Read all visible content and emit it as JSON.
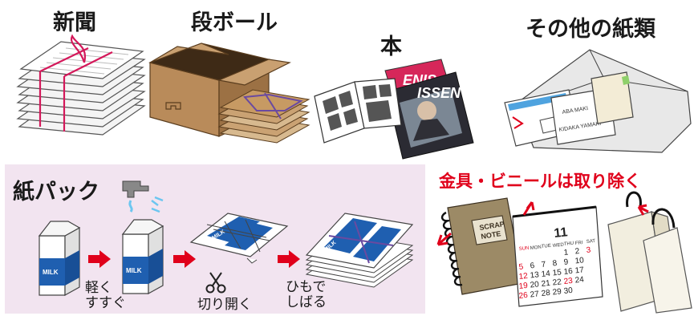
{
  "categories": {
    "newspaper": "新聞",
    "cardboard": "段ボール",
    "books": "本",
    "other_paper": "その他の紙類"
  },
  "book_cover_texts": [
    "ENIS",
    "ISSEN"
  ],
  "letter_texts": [
    "ABA MAKI",
    "KIDAKA YAMAKI"
  ],
  "paper_pack": {
    "title": "紙パック",
    "carton_text": "MILK",
    "steps": [
      {
        "line1": "軽く",
        "line2": "すすぐ"
      },
      {
        "line1": "切り開く",
        "line2": ""
      },
      {
        "line1": "ひもで",
        "line2": "しばる"
      }
    ]
  },
  "notice": "金具・ビニールは取り除く",
  "notebook_text": [
    "SCRAP",
    "NOTE"
  ],
  "calendar": {
    "month": "11",
    "weekdays": [
      "SUN",
      "MON",
      "TUE",
      "WED",
      "THU",
      "FRI",
      "SAT"
    ],
    "rows": [
      [
        "",
        "",
        "",
        "",
        "1",
        "2",
        "3"
      ],
      [
        "5",
        "6",
        "7",
        "8",
        "9",
        "10",
        ""
      ],
      [
        "12",
        "13",
        "14",
        "15",
        "16",
        "17",
        ""
      ],
      [
        "19",
        "20",
        "21",
        "22",
        "23",
        "24",
        ""
      ],
      [
        "26",
        "27",
        "28",
        "29",
        "30",
        "",
        ""
      ]
    ]
  },
  "colors": {
    "accent_red": "#e0001b",
    "pack_blue": "#1f5fb0",
    "panel_pink": "#f2e4f0",
    "cardboard": "#c8a070",
    "twine": "#6a4aa0"
  }
}
